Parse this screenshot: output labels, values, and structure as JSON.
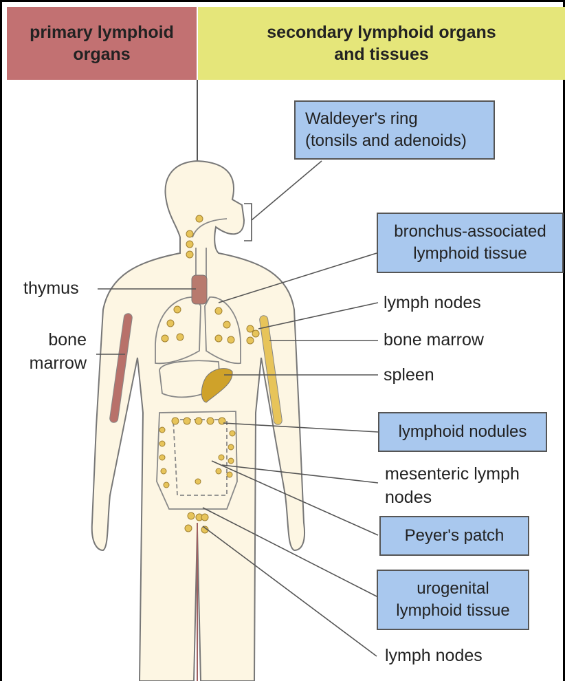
{
  "headers": {
    "primary": "primary lymphoid\norgans",
    "secondary": "secondary lymphoid organs\nand tissues"
  },
  "left_labels": {
    "thymus": "thymus",
    "bone_marrow": "bone\nmarrow"
  },
  "right_labels": {
    "waldeyers_ring": "Waldeyer's ring\n(tonsils and adenoids)",
    "bronchus": "bronchus-associated\nlymphoid tissue",
    "lymph_nodes_arm": "lymph nodes",
    "bone_marrow_arm": "bone marrow",
    "spleen": "spleen",
    "lymphoid_nodules": "lymphoid nodules",
    "mesenteric": "mesenteric lymph\nnodes",
    "peyers_patch": "Peyer's patch",
    "urogenital": "urogenital\nlymphoid tissue",
    "lymph_nodes_groin": "lymph nodes"
  },
  "colors": {
    "primary_header": "#c27172",
    "secondary_header": "#e5e67a",
    "body_fill": "#fdf6e3",
    "box_fill": "#a9c8ee",
    "node_fill": "#e7c45a",
    "bone_marrow": "#b8716a",
    "spleen": "#cfa22a"
  }
}
